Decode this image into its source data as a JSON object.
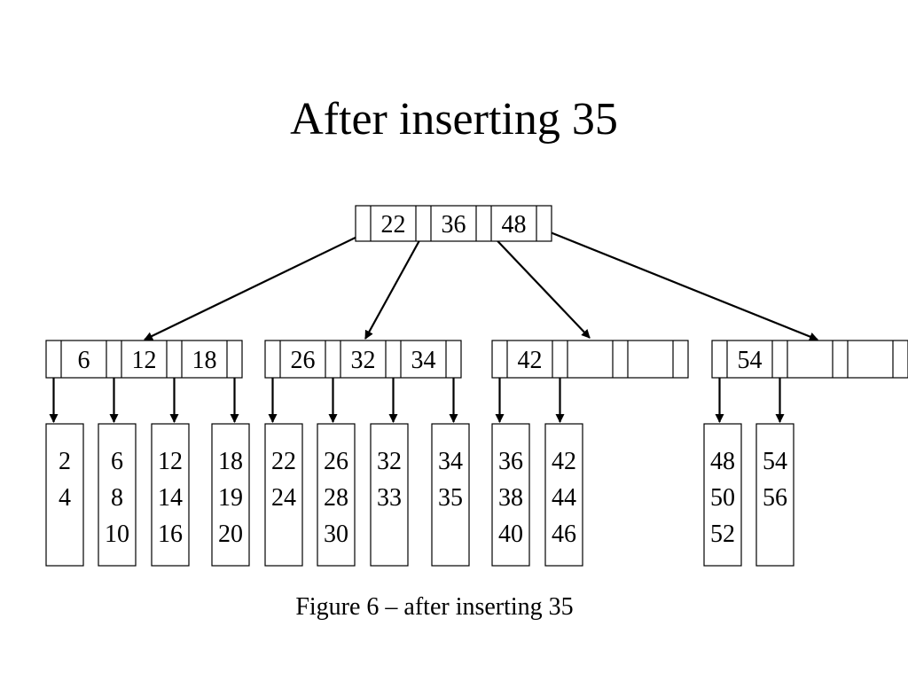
{
  "slide": {
    "title": "After inserting 35",
    "caption": "Figure 6 – after inserting 35"
  },
  "tree": {
    "root": {
      "keys": [
        "22",
        "36",
        "48"
      ]
    },
    "internal_nodes": [
      {
        "keys": [
          "6",
          "12",
          "18"
        ]
      },
      {
        "keys": [
          "26",
          "32",
          "34"
        ]
      },
      {
        "keys": [
          "42"
        ]
      },
      {
        "keys": [
          "54"
        ]
      }
    ],
    "leaves": [
      {
        "keys": [
          "2",
          "4"
        ]
      },
      {
        "keys": [
          "6",
          "8",
          "10"
        ]
      },
      {
        "keys": [
          "12",
          "14",
          "16"
        ]
      },
      {
        "keys": [
          "18",
          "19",
          "20"
        ]
      },
      {
        "keys": [
          "22",
          "24"
        ]
      },
      {
        "keys": [
          "26",
          "28",
          "30"
        ]
      },
      {
        "keys": [
          "32",
          "33"
        ]
      },
      {
        "keys": [
          "34",
          "35"
        ]
      },
      {
        "keys": [
          "36",
          "38",
          "40"
        ]
      },
      {
        "keys": [
          "42",
          "44",
          "46"
        ]
      },
      {
        "keys": [
          "48",
          "50",
          "52"
        ]
      },
      {
        "keys": [
          "54",
          "56"
        ]
      }
    ]
  }
}
